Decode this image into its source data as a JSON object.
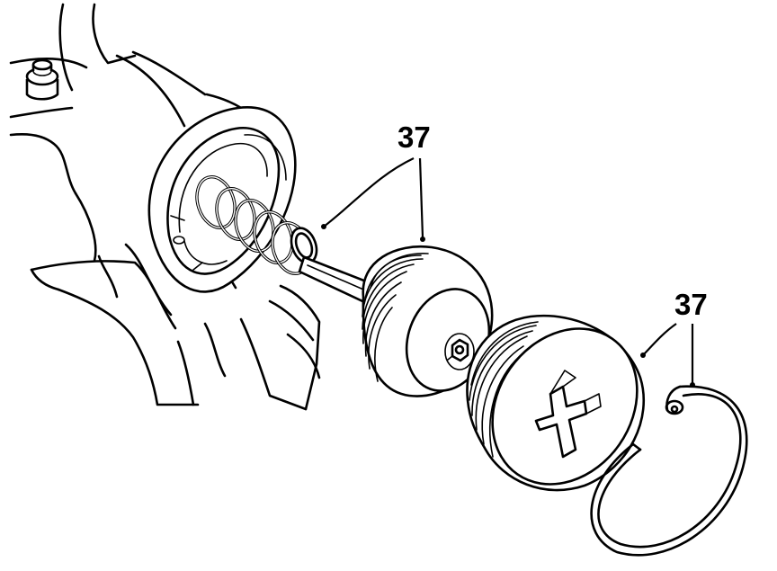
{
  "diagram": {
    "callouts": [
      {
        "id": "callout-top",
        "label": "37"
      },
      {
        "id": "callout-right",
        "label": "37"
      }
    ]
  }
}
